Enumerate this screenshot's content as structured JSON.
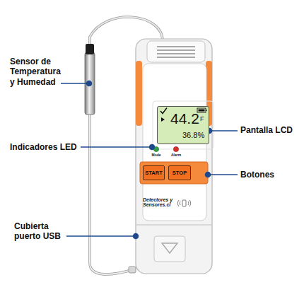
{
  "diagram": {
    "nodes": [
      {
        "text": [
          "44.2",
          "F",
          "36.8%"
        ]
      },
      {
        "text": [
          "START"
        ]
      },
      {
        "text": [
          "STOP"
        ]
      }
    ],
    "labels": [
      "Sensor de Temperatura y Humedad",
      "Pantalla LCD",
      "Indicadores LED",
      "Mode",
      "Alarm",
      "Botones",
      "Detectores y Sensores.cl",
      "Cubierta puerto USB"
    ]
  }
}
